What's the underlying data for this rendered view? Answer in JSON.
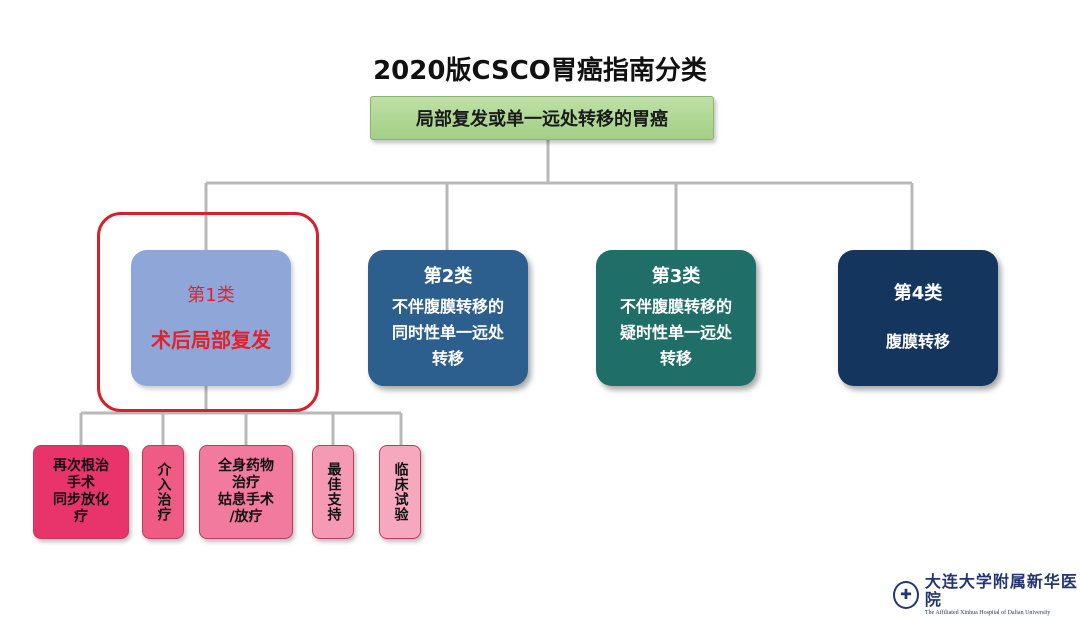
{
  "title": "2020版CSCO胃癌指南分类",
  "root": "局部复发或单一远处转移的胃癌",
  "categories": [
    {
      "label": "第1类",
      "lines": [
        "术后局部复发"
      ]
    },
    {
      "label": "第2类",
      "lines": [
        "不伴腹膜转移的",
        "同时性单一远处",
        "转移"
      ]
    },
    {
      "label": "第3类",
      "lines": [
        "不伴腹膜转移的",
        "疑时性单一远处",
        "转移"
      ]
    },
    {
      "label": "第4类",
      "lines": [
        "腹膜转移"
      ]
    }
  ],
  "treatments": [
    {
      "lines": [
        "再次根治",
        "手术",
        "同步放化",
        "疗"
      ]
    },
    {
      "text": "介入治疗"
    },
    {
      "lines": [
        "全身药物",
        "治疗",
        "姑息手术",
        "/放疗"
      ]
    },
    {
      "text": "最佳支持"
    },
    {
      "text": "临床试验"
    }
  ],
  "logo": {
    "cn": "大连大学附属新华医院",
    "en": "The Affiliated Xinhua Hospital of Dalian University"
  },
  "colors": {
    "root": "#a3cf85",
    "cat1": "#8fa6d8",
    "cat2": "#2d5f8e",
    "cat3": "#1f6f68",
    "cat4": "#14365e",
    "highlight": "#d81f2a"
  }
}
